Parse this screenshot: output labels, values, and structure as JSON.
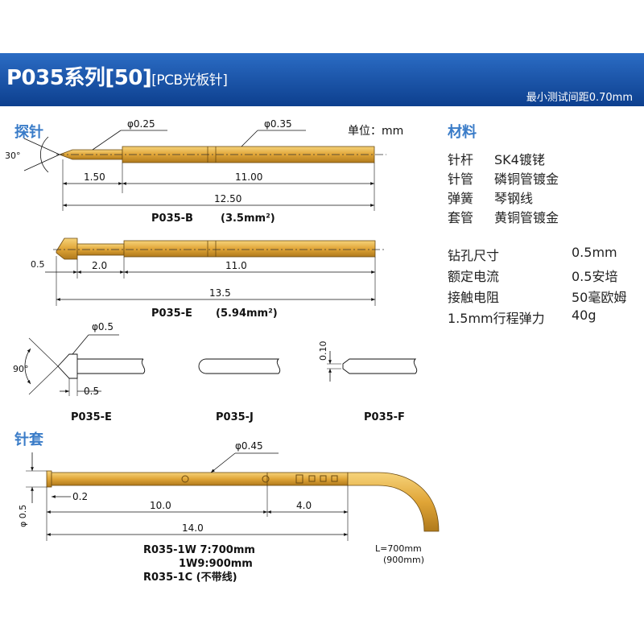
{
  "header": {
    "title_main": "P035系列[50]",
    "title_sub": "[PCB光板针]",
    "min_pitch": "最小测试间距0.70mm"
  },
  "sections": {
    "probe": "探针",
    "material": "材料",
    "sleeve": "针套"
  },
  "unit": "单位：mm",
  "materials": [
    {
      "name": "针杆",
      "value": "SK4镀铑"
    },
    {
      "name": "针管",
      "value": "磷铜管镀金"
    },
    {
      "name": "弹簧",
      "value": "琴钢线"
    },
    {
      "name": "套管",
      "value": "黄铜管镀金"
    }
  ],
  "specs": [
    {
      "name": "钻孔尺寸",
      "value": "0.5mm"
    },
    {
      "name": "额定电流",
      "value": "0.5安培"
    },
    {
      "name": "接触电阻",
      "value": "50毫欧姆"
    },
    {
      "name": "1.5mm行程弹力",
      "value": "40g"
    }
  ],
  "probe_b": {
    "angle": "30°",
    "d_tip": "φ0.25",
    "d_body": "φ0.35",
    "len_tip": "1.50",
    "len_body": "11.00",
    "len_total": "12.50",
    "label": "P035-B",
    "force": "(3.5mm²)"
  },
  "probe_e": {
    "tip_w": "0.5",
    "len_tip": "2.0",
    "len_body": "11.0",
    "len_total": "13.5",
    "label": "P035-E",
    "force": "(5.94mm²)"
  },
  "tips": {
    "e_d": "φ0.5",
    "e_angle": "90°",
    "e_w": "0.5",
    "e_label": "P035-E",
    "j_label": "P035-J",
    "f_h": "0.10",
    "f_label": "P035-F"
  },
  "sleeve": {
    "d": "φ0.45",
    "thickness": "0.2",
    "d_left": "φ 0.5",
    "len_a": "10.0",
    "len_b": "4.0",
    "len_total": "14.0",
    "line1": "R035-1W 7:700mm",
    "line2": "1W9:900mm",
    "line3": "R035-1C  (不带线)",
    "wire1": "L=700mm",
    "wire2": "(900mm)"
  },
  "colors": {
    "gold": "#e0a537",
    "accent": "#3a7cc8",
    "header": "#1a55a8"
  }
}
